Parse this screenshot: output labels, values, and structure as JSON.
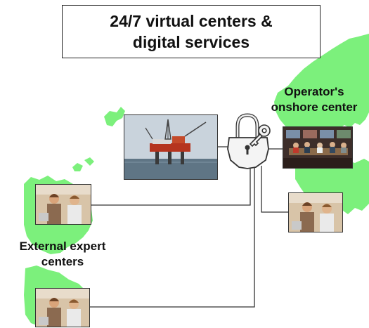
{
  "title": {
    "line1": "24/7 virtual centers &",
    "line2": "digital services"
  },
  "labels": {
    "operator_line1": "Operator's",
    "operator_line2": "onshore center",
    "external_line1": "External expert",
    "external_line2": "centers"
  },
  "colors": {
    "land": "#7CF07C",
    "sea": "#5f7585",
    "sky": "#c9d3dc",
    "platform": "#b5341e",
    "lock_outline": "#333333"
  },
  "icons": {
    "center": "padlock-with-key",
    "platform": "offshore-oil-platform",
    "experts": "people-at-computer"
  }
}
